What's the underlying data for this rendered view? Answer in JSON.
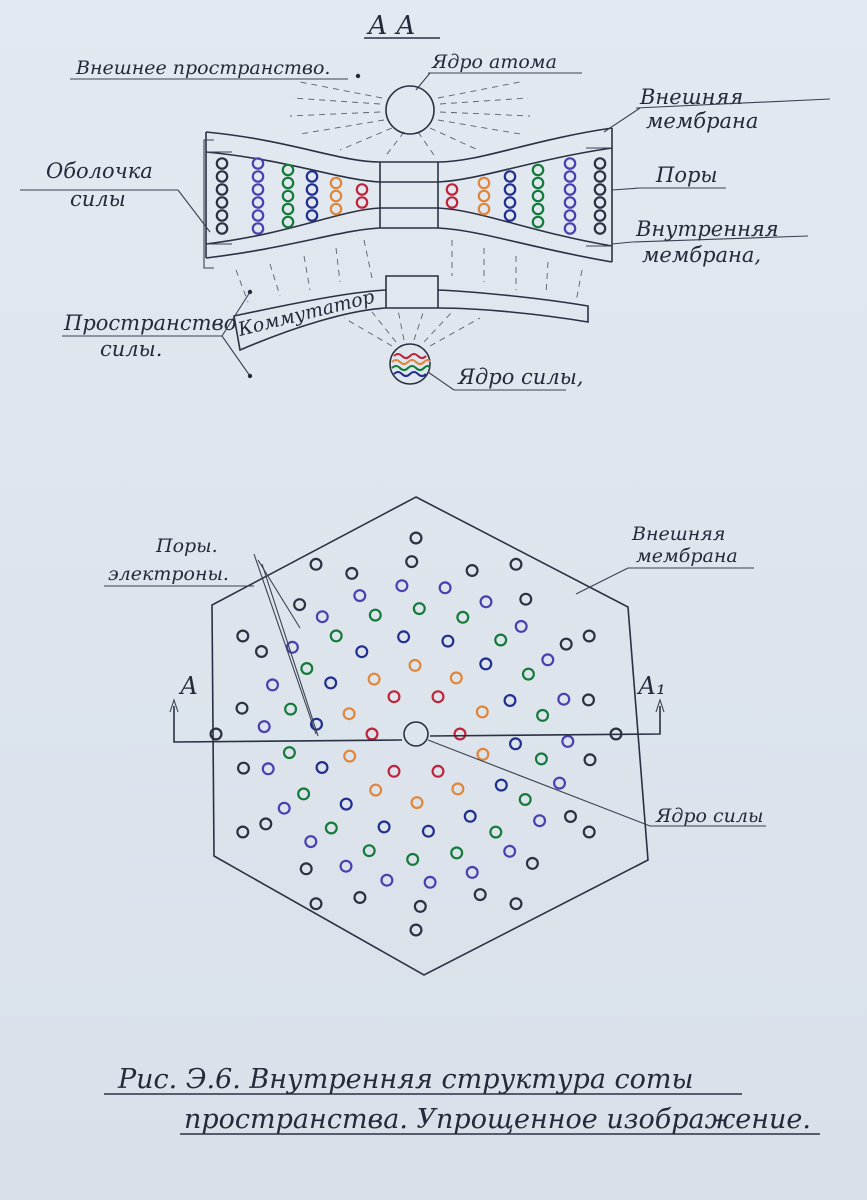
{
  "labels": {
    "section_mark": "А А",
    "outer_space": "Внешнее пространство.",
    "atom_nucleus": "Ядро атома",
    "outer_membrane_top_1": "Внешняя",
    "outer_membrane_top_2": "мембрана",
    "force_shell_1": "Оболочка",
    "force_shell_2": "силы",
    "pores_top": "Поры",
    "inner_membrane_1": "Внутренняя",
    "inner_membrane_2": "мембрана,",
    "force_space_1": "Пространство",
    "force_space_2": "силы.",
    "commutator": "Коммутатор",
    "force_nucleus_top": "Ядро силы,",
    "pores_electrons_1": "Поры.",
    "pores_electrons_2": "электроны.",
    "outer_membrane_bottom_1": "Внешняя",
    "outer_membrane_bottom_2": "мембрана",
    "cut_left": "А",
    "cut_right": "А₁",
    "force_nucleus_bottom": "Ядро силы",
    "caption_1": "Рис. Э.6. Внутренняя структура соты",
    "caption_2": "пространства. Упрощенное изображение."
  },
  "colors": {
    "ink": "#2a3142",
    "navy": "#1f2f8f",
    "violet": "#4a3fb0",
    "green": "#137a3a",
    "orange": "#e0863a",
    "red": "#c0243a",
    "paper": "#dde4ec"
  }
}
